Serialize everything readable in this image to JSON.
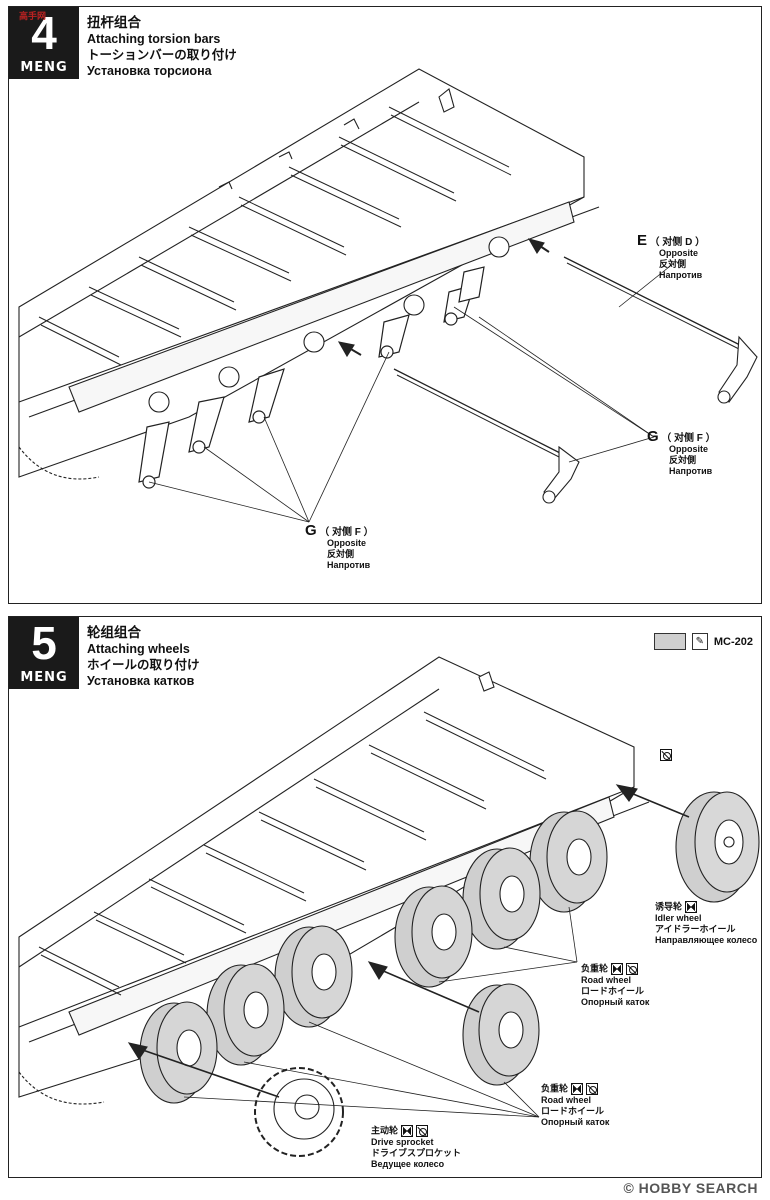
{
  "watermark": "高手网",
  "step4": {
    "number": "4",
    "brand": "MENG",
    "title_zh": "扭杆组合",
    "title_en": "Attaching torsion bars",
    "title_ja": "トーションバーの取り付け",
    "title_ru": "Установка торсиона",
    "labels": [
      {
        "letter": "E",
        "opp_zh": "（ 对侧 D ）",
        "en": "Opposite",
        "ja": "反対側",
        "ru": "Напротив"
      },
      {
        "letter": "G",
        "opp_zh": "（ 对侧 F ）",
        "en": "Opposite",
        "ja": "反対側",
        "ru": "Напротив"
      },
      {
        "letter": "G",
        "opp_zh": "（ 对侧 F ）",
        "en": "Opposite",
        "ja": "反対側",
        "ru": "Напротив"
      }
    ]
  },
  "step5": {
    "number": "5",
    "brand": "MENG",
    "title_zh": "轮组组合",
    "title_en": "Attaching wheels",
    "title_ja": "ホイールの取り付け",
    "title_ru": "Установка катков",
    "paint_code": "MC-202",
    "paint_color": "#cfcfcf",
    "labels": [
      {
        "zh": "诱导轮",
        "en": "Idler wheel",
        "ja": "アイドラーホイール",
        "ru": "Направляющее колесо",
        "icons": [
          "bowtie"
        ]
      },
      {
        "zh": "负重轮",
        "en": "Road wheel",
        "ja": "ロードホイール",
        "ru": "Опорный каток",
        "icons": [
          "bowtie",
          "no-glue"
        ]
      },
      {
        "zh": "负重轮",
        "en": "Road wheel",
        "ja": "ロードホイール",
        "ru": "Опорный каток",
        "icons": [
          "bowtie",
          "no-glue"
        ]
      },
      {
        "zh": "主动轮",
        "en": "Drive sprocket",
        "ja": "ドライブスプロケット",
        "ru": "Ведущее колесо",
        "icons": [
          "bowtie",
          "no-glue"
        ]
      }
    ]
  },
  "footer": {
    "site": "© HOBBY SEARCH"
  }
}
